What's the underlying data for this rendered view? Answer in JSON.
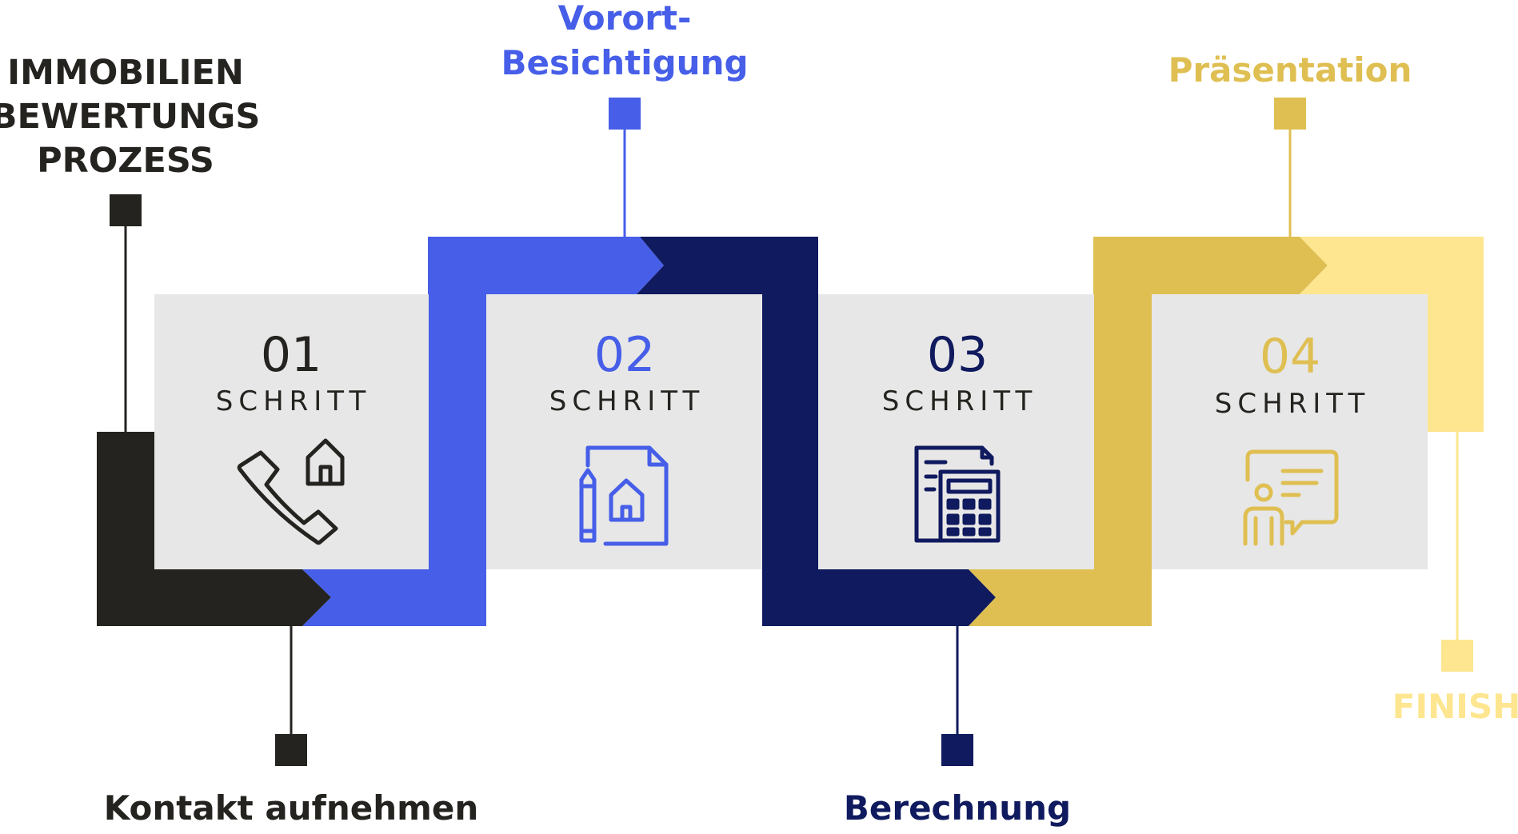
{
  "title": {
    "lines": [
      "IMMOBILIEN",
      "BEWERTUNGS",
      "PROZESS"
    ]
  },
  "colors": {
    "black": "#24231f",
    "blue": "#465ee8",
    "navy": "#101a5e",
    "gold": "#dfbf52",
    "lightgold": "#fde68f",
    "panel": "#e7e7e7"
  },
  "steps": [
    {
      "number": "01",
      "word": "SCHRITT",
      "label": "Kontakt aufnehmen",
      "icon": "phone-house-icon",
      "color": "#24231f"
    },
    {
      "number": "02",
      "word": "SCHRITT",
      "label_lines": [
        "Vorort-",
        "Besichtigung"
      ],
      "icon": "document-house-pencil-icon",
      "color": "#465ee8"
    },
    {
      "number": "03",
      "word": "SCHRITT",
      "label": "Berechnung",
      "icon": "calculator-document-icon",
      "color": "#101a5e"
    },
    {
      "number": "04",
      "word": "SCHRITT",
      "label": "Präsentation",
      "icon": "presentation-board-icon",
      "color": "#dfbf52"
    }
  ],
  "finish": {
    "label": "FINISH",
    "color": "#fde68f"
  }
}
